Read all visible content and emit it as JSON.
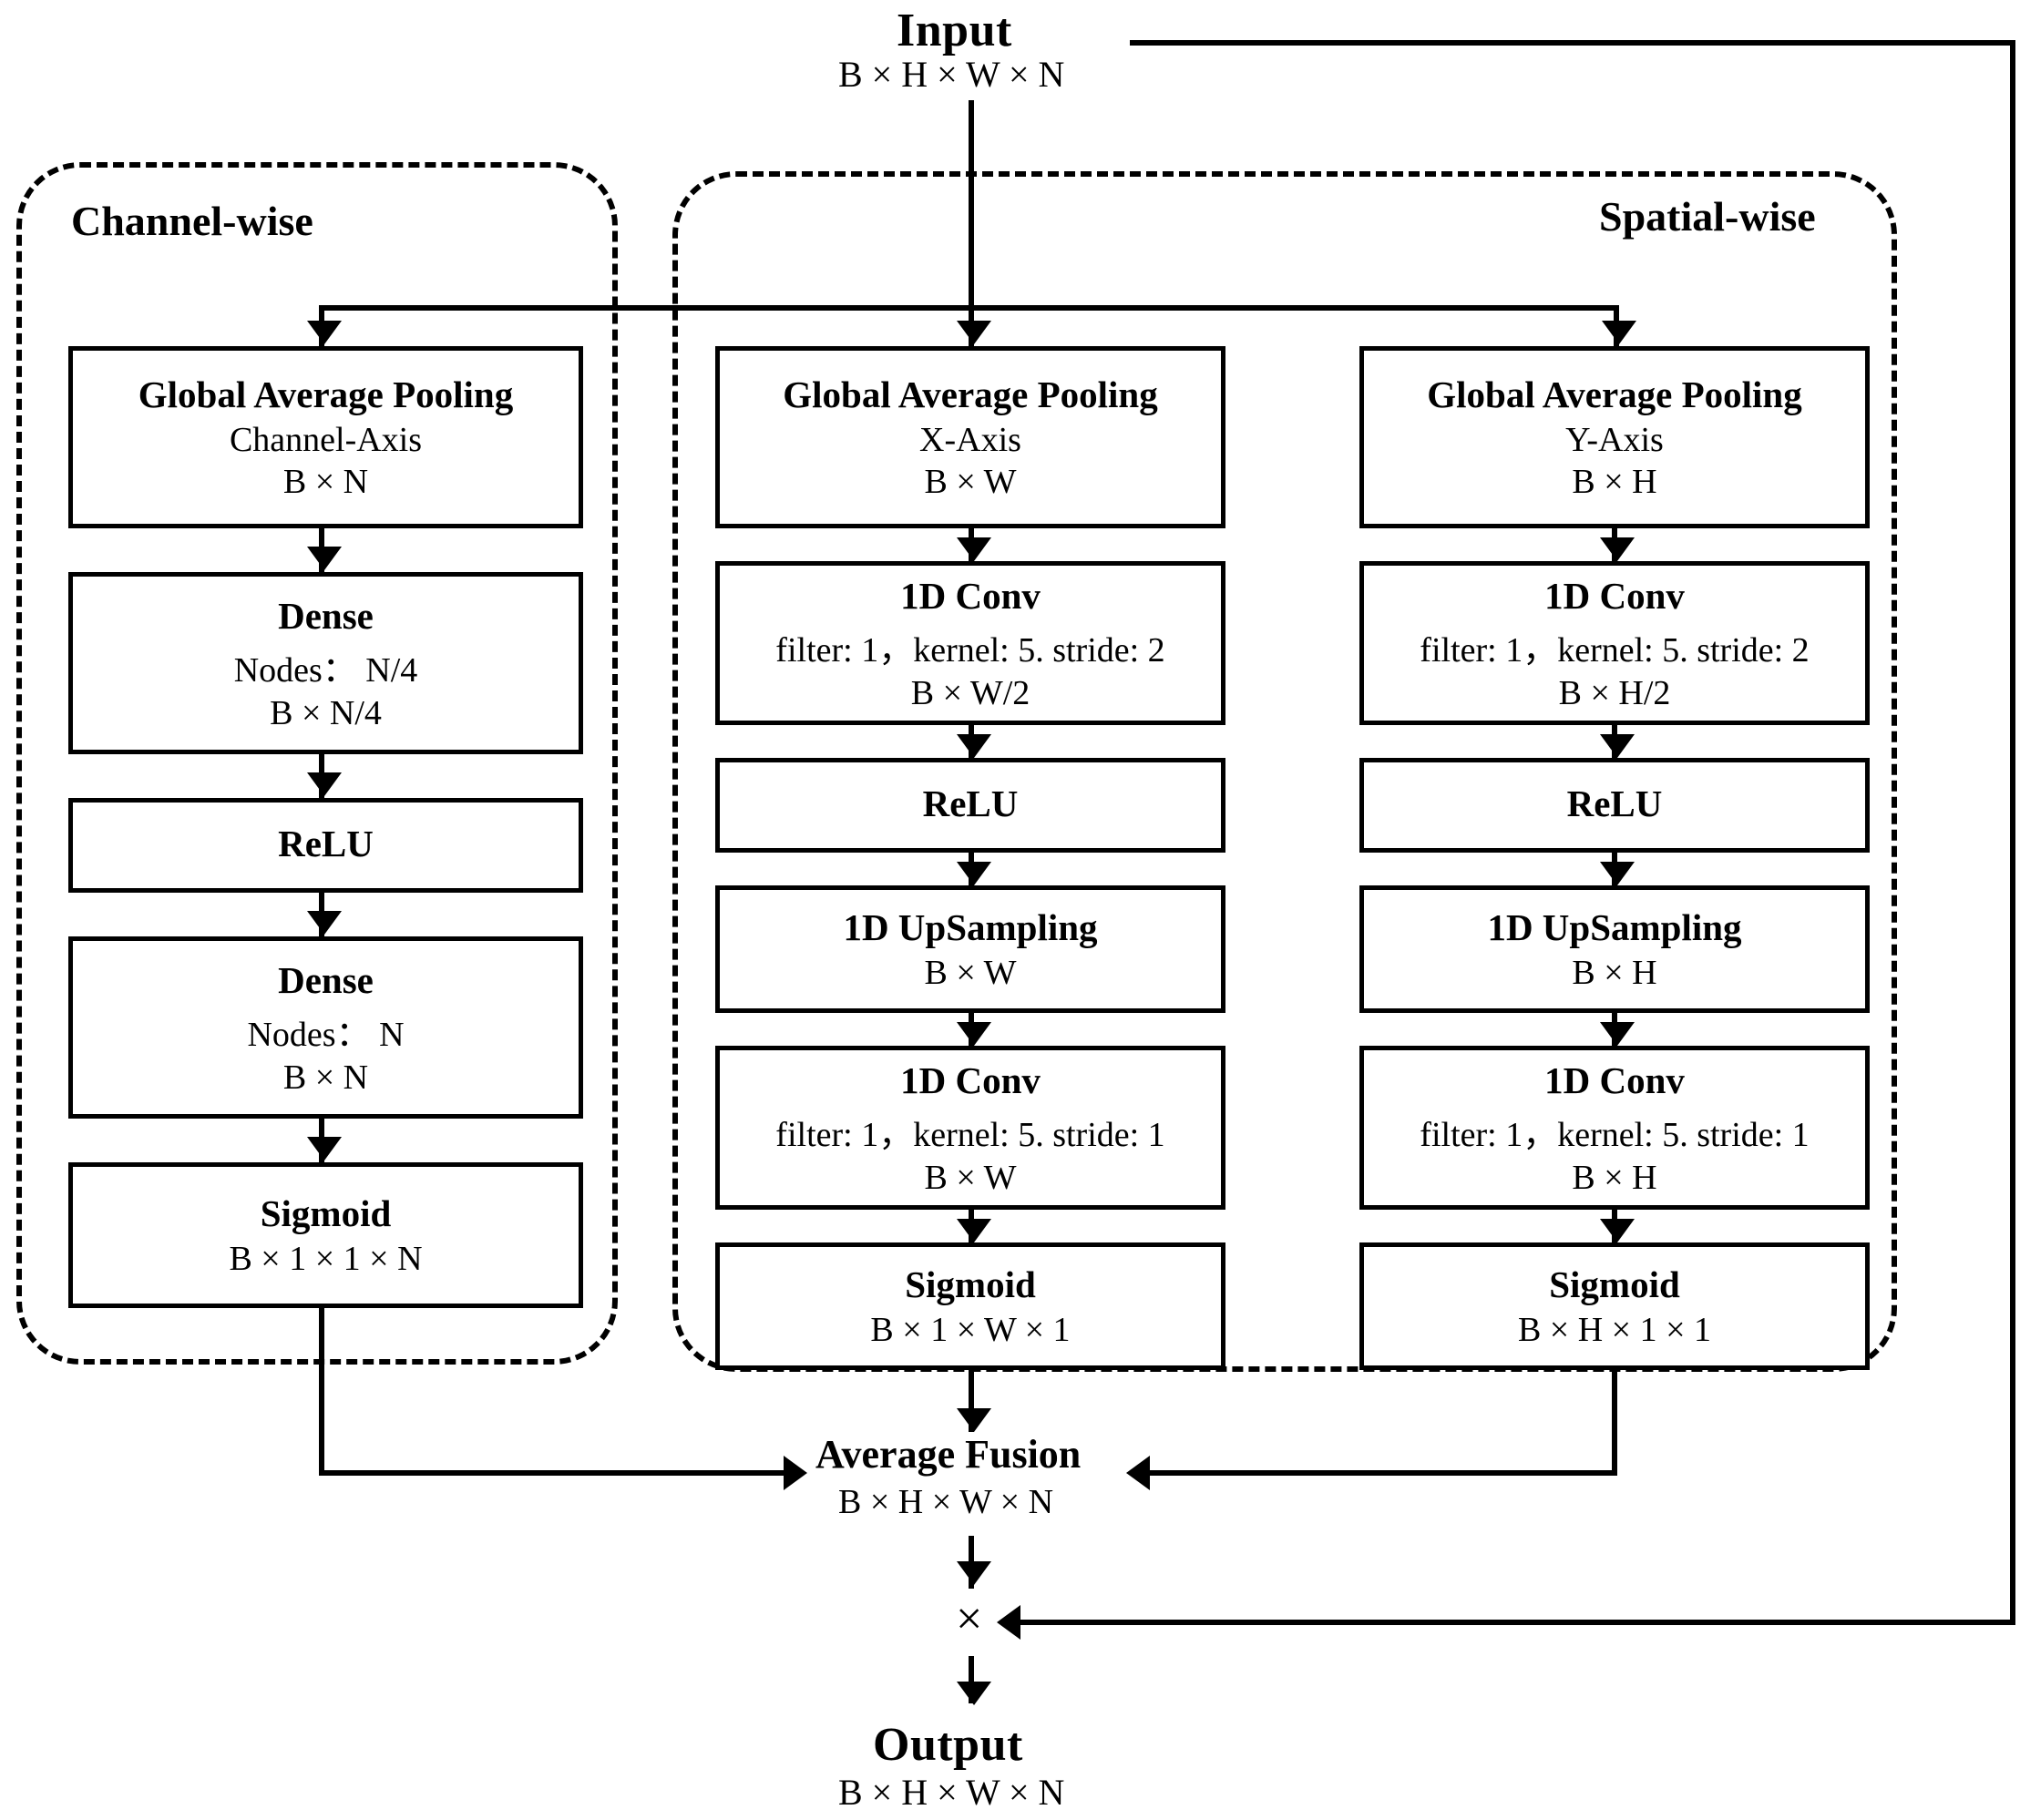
{
  "diagram": {
    "input": {
      "title": "Input",
      "shape": "B × H × W × N"
    },
    "output": {
      "title": "Output",
      "shape": "B × H × W × N"
    },
    "groups": {
      "channel": "Channel-wise",
      "spatial": "Spatial-wise"
    },
    "fusion": {
      "title": "Average Fusion",
      "shape": "B × H × W × N"
    },
    "multiply_symbol": "×",
    "columns": {
      "channel": [
        {
          "title": "Global Average Pooling",
          "sub": "Channel-Axis",
          "shape": "B × N"
        },
        {
          "title": "Dense",
          "sub": "Nodes： N/4",
          "shape": "B × N/4"
        },
        {
          "title": "ReLU",
          "sub": "",
          "shape": ""
        },
        {
          "title": "Dense",
          "sub": "Nodes： N",
          "shape": "B × N"
        },
        {
          "title": "Sigmoid",
          "sub": "",
          "shape": "B × 1 × 1 × N"
        }
      ],
      "spatial_x": [
        {
          "title": "Global Average Pooling",
          "sub": "X-Axis",
          "shape": "B × W"
        },
        {
          "title": "1D Conv",
          "sub": "filter: 1，kernel: 5. stride: 2",
          "shape": "B × W/2"
        },
        {
          "title": "ReLU",
          "sub": "",
          "shape": ""
        },
        {
          "title": "1D UpSampling",
          "sub": "",
          "shape": "B × W"
        },
        {
          "title": "1D Conv",
          "sub": "filter: 1，kernel: 5. stride: 1",
          "shape": "B × W"
        },
        {
          "title": "Sigmoid",
          "sub": "",
          "shape": "B × 1 × W × 1"
        }
      ],
      "spatial_y": [
        {
          "title": "Global Average Pooling",
          "sub": "Y-Axis",
          "shape": "B × H"
        },
        {
          "title": "1D Conv",
          "sub": "filter: 1，kernel: 5. stride: 2",
          "shape": "B × H/2"
        },
        {
          "title": "ReLU",
          "sub": "",
          "shape": ""
        },
        {
          "title": "1D UpSampling",
          "sub": "",
          "shape": "B × H"
        },
        {
          "title": "1D Conv",
          "sub": "filter: 1，kernel: 5. stride: 1",
          "shape": "B × H"
        },
        {
          "title": "Sigmoid",
          "sub": "",
          "shape": "B × H × 1 × 1"
        }
      ]
    },
    "colors": {
      "stroke": "#000000",
      "background": "#ffffff"
    }
  }
}
